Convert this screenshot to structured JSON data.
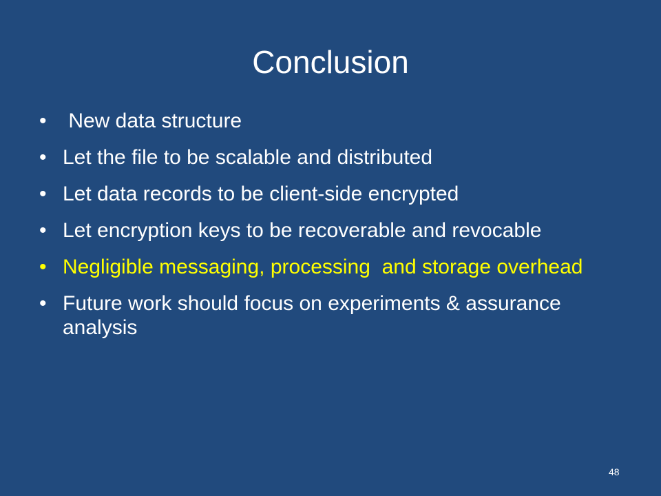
{
  "slide": {
    "title": "Conclusion",
    "bullet_glyph": "•",
    "bullets": [
      {
        "text": " New data structure",
        "highlight": false
      },
      {
        "text": "Let the file to be scalable and distributed",
        "highlight": false
      },
      {
        "text": "Let data records to be client-side encrypted",
        "highlight": false
      },
      {
        "text": "Let encryption keys to be recoverable and revocable",
        "highlight": false
      },
      {
        "text": "Negligible messaging, processing  and storage overhead",
        "highlight": true
      },
      {
        "text": "Future work should focus on experiments & assurance analysis",
        "highlight": false
      }
    ],
    "page_number": "48"
  },
  "colors": {
    "background": "#214a7d",
    "text": "#ffffff",
    "highlight": "#ffff00"
  }
}
